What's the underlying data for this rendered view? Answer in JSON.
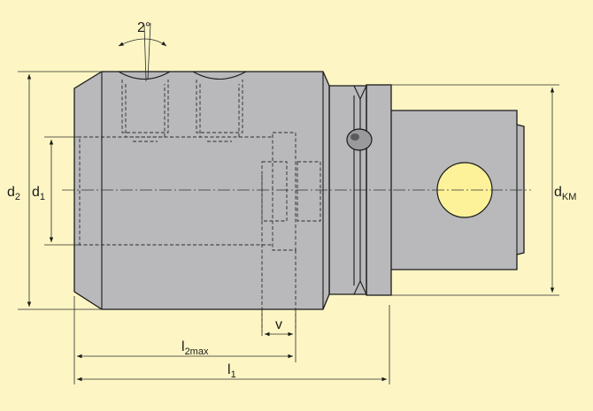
{
  "drawing": {
    "labels": {
      "angle": "2°",
      "d2": {
        "main": "d",
        "sub": "2"
      },
      "d1": {
        "main": "d",
        "sub": "1"
      },
      "dKM": {
        "main": "d",
        "sub": "KM"
      },
      "v": "v",
      "l2max": {
        "main": "l",
        "sub": "2max"
      },
      "l1": {
        "main": "l",
        "sub": "1"
      }
    },
    "colors": {
      "background": "#fdf6c4",
      "body": "#b9b9bb",
      "hole": "#fdf29a",
      "line": "#1a1a1a"
    }
  }
}
